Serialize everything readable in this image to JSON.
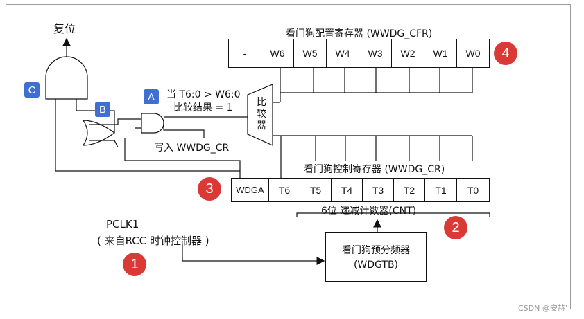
{
  "reset_label": "复位",
  "cfr_register": {
    "title": "看门狗配置寄存器 (WWDG_CFR)",
    "cells": [
      "-",
      "W6",
      "W5",
      "W4",
      "W3",
      "W2",
      "W1",
      "W0"
    ]
  },
  "cr_register": {
    "title": "看门狗控制寄存器 (WWDG_CR)",
    "cells": [
      "WDGA",
      "T6",
      "T5",
      "T4",
      "T3",
      "T2",
      "T1",
      "T0"
    ],
    "counter_label": "6位 递减计数器(CNT)"
  },
  "comparator": {
    "lines": [
      "比",
      "较",
      "器"
    ]
  },
  "condition_label": {
    "line1": "当 T6:0 > W6:0",
    "line2": "比较结果 = 1"
  },
  "write_label": "写入 WWDG_CR",
  "clock_source": {
    "line1": "PCLK1",
    "line2": "( 来自RCC 时钟控制器 )"
  },
  "prescaler": {
    "line1": "看门狗预分频器",
    "line2": "(WDGTB)"
  },
  "gate_markers": {
    "a": "A",
    "b": "B",
    "c": "C"
  },
  "step_markers": {
    "one": "1",
    "two": "2",
    "three": "3",
    "four": "4"
  },
  "watermark": "CSDN @安赫'",
  "colors": {
    "step_marker": "#d93a35",
    "gate_marker": "#3f6fd1",
    "line": "#111111"
  }
}
